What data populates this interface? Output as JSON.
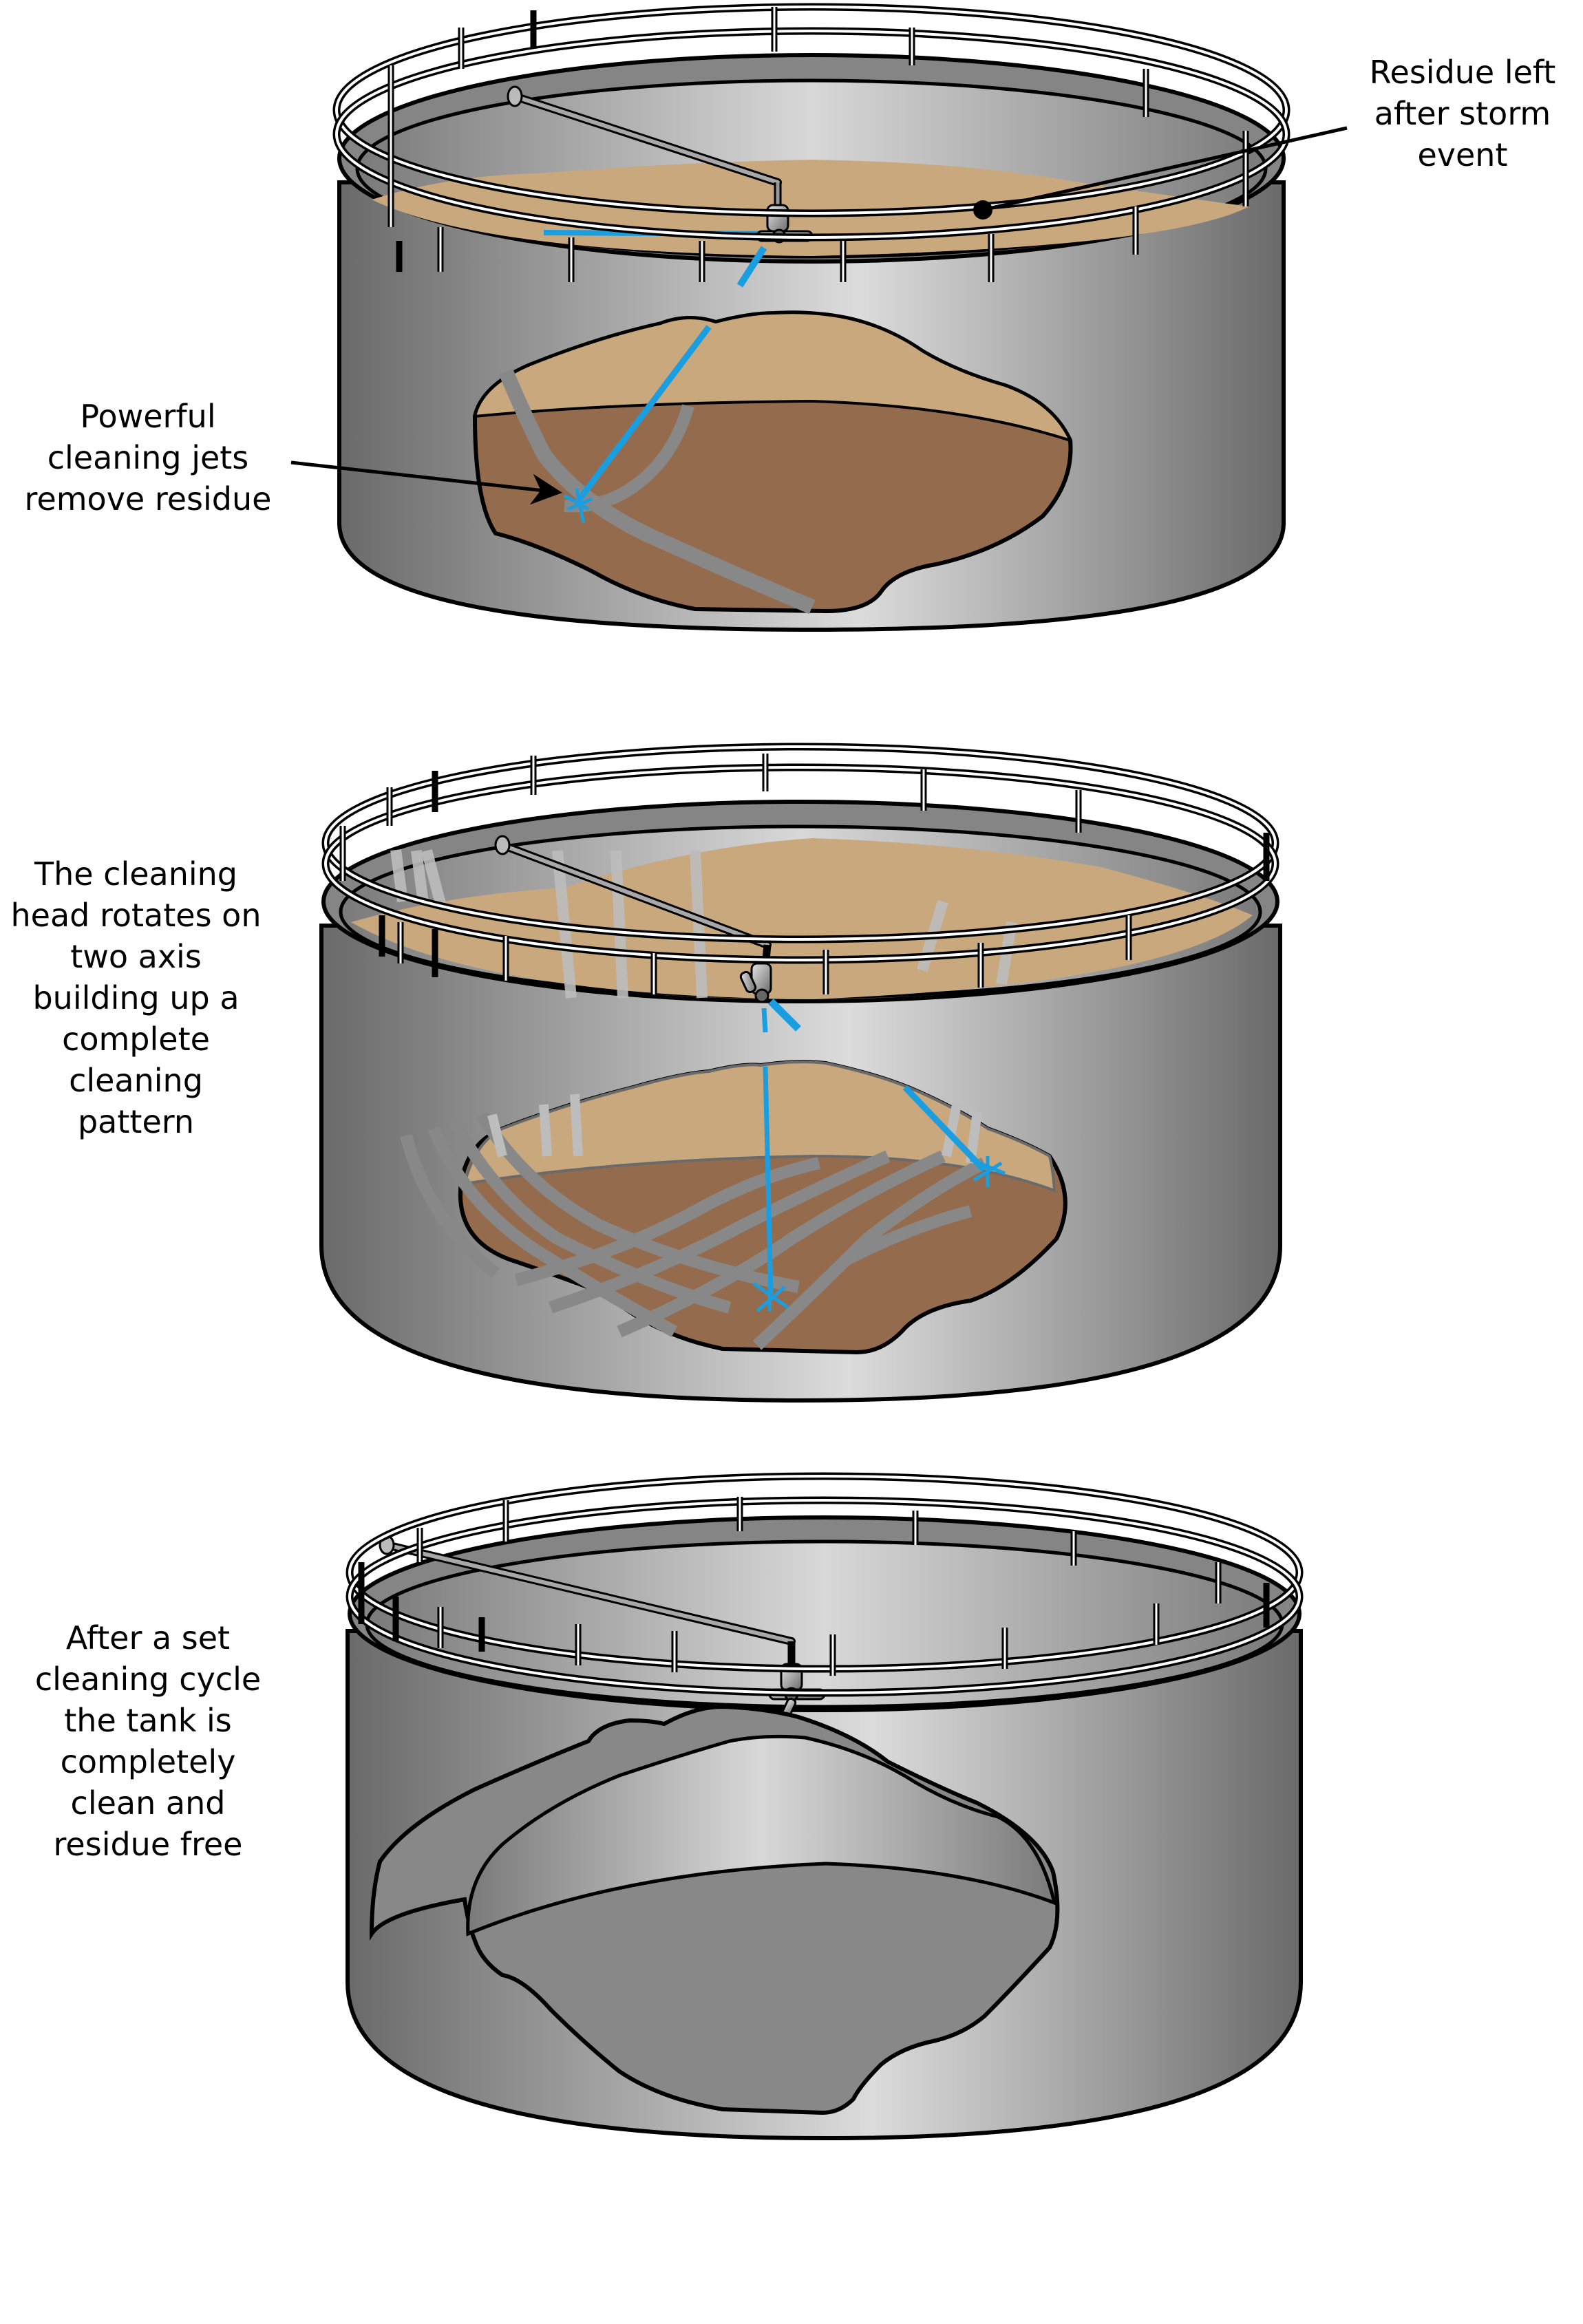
{
  "diagram": {
    "subject": "Tank cleaning process with rotating cleaning head",
    "colors": {
      "tank_dark": "#6f6f6f",
      "tank_light": "#d9d9d9",
      "residue_light": "#c9a87e",
      "residue_dark": "#946c4d",
      "jet_blue": "#1a9ee0",
      "cleaned_path": "#888888",
      "outline": "#000000",
      "railing": "#ffffff"
    },
    "panels": [
      {
        "id": "panel-1",
        "stage": "Residue after storm",
        "labels": {
          "top_right": "Residue left\nafter storm\nevent",
          "left": "Powerful\ncleaning jets\nremove residue"
        }
      },
      {
        "id": "panel-2",
        "stage": "Cleaning pattern",
        "labels": {
          "left": "The cleaning\nhead rotates on\ntwo axis\nbuilding up a\ncomplete\ncleaning\npattern"
        }
      },
      {
        "id": "panel-3",
        "stage": "Clean tank",
        "labels": {
          "left": "After a set\ncleaning cycle\nthe tank is\ncompletely\nclean and\nresidue free"
        }
      }
    ]
  }
}
